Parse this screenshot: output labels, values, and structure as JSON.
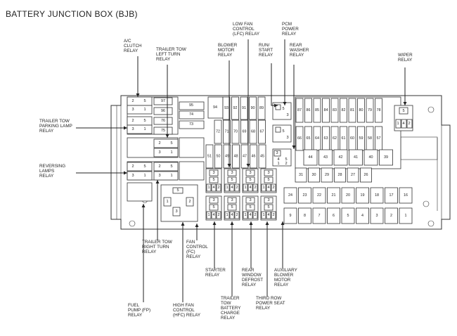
{
  "title": "BATTERY JUNCTION BOX (BJB)",
  "labels": {
    "ac_clutch": [
      "A/C",
      "CLUTCH",
      "RELAY"
    ],
    "trailer_left": [
      "TRAILER TOW",
      "LEFT TURN",
      "RELAY"
    ],
    "blower_motor": [
      "BLOWER",
      "MOTOR",
      "RELAY"
    ],
    "low_fan": [
      "LOW FAN",
      "CONTROL",
      "(LFC) RELAY"
    ],
    "run_start": [
      "RUN/",
      "START",
      "RELAY"
    ],
    "pcm_power": [
      "PCM",
      "POWER",
      "RELAY"
    ],
    "rear_washer": [
      "REAR",
      "WASHER",
      "RELAY"
    ],
    "wiper": [
      "WIPER",
      "RELAY"
    ],
    "trailer_parking": [
      "TRAILER TOW",
      "PARKING LAMP",
      "RELAY"
    ],
    "reversing": [
      "REVERSING",
      "LAMPS",
      "RELAY"
    ],
    "trailer_right": [
      "TRAILER TOW",
      "RIGHT TURN",
      "RELAY"
    ],
    "fan_control": [
      "FAN",
      "CONTROL",
      "(FC)",
      "RELAY"
    ],
    "starter": [
      "STARTER",
      "RELAY"
    ],
    "rear_defrost": [
      "REAR",
      "WINDOW",
      "DEFROST",
      "RELAY"
    ],
    "aux_blower": [
      "AUXILIARY",
      "BLOWER",
      "MOTOR",
      "RELAY"
    ],
    "fuel_pump": [
      "FUEL",
      "PUMP (FP)",
      "RELAY"
    ],
    "high_fan": [
      "HIGH FAN",
      "CONTROL",
      "(HFC) RELAY"
    ],
    "trailer_battery": [
      "TRAILER",
      "TOW",
      "BATTERY",
      "CHARGE",
      "RELAY"
    ],
    "third_row": [
      "THIRD ROW",
      "POWER SEAT",
      "RELAY"
    ]
  },
  "fuses": {
    "left_col": [
      "97",
      "96",
      "76",
      "75"
    ],
    "mid_col": [
      "95",
      "74",
      "73"
    ],
    "f94": "94",
    "row_93": [
      "93",
      "92",
      "91",
      "90",
      "89"
    ],
    "row_72": [
      "72",
      "71",
      "70",
      "69",
      "68",
      "67"
    ],
    "row_51": [
      "51",
      "50",
      "49",
      "48",
      "47",
      "46",
      "45"
    ],
    "row_87": [
      "87",
      "86",
      "85",
      "84",
      "83",
      "82",
      "81",
      "80",
      "79",
      "78"
    ],
    "row_66": [
      "66",
      "65",
      "64",
      "63",
      "62",
      "61",
      "60",
      "59",
      "58",
      "57"
    ],
    "row_44": [
      "44",
      "43",
      "42",
      "41",
      "40",
      "39"
    ],
    "row_31": [
      "31",
      "30",
      "29",
      "28",
      "27",
      "26"
    ],
    "row_24": [
      "24",
      "23",
      "22",
      "21",
      "20",
      "19",
      "18",
      "17",
      "16"
    ],
    "row_9": [
      "9",
      "8",
      "7",
      "6",
      "5",
      "4",
      "3",
      "2",
      "1"
    ]
  },
  "pins": {
    "p1": "1",
    "p2": "2",
    "p3": "3",
    "p4": "4",
    "p5": "5"
  }
}
